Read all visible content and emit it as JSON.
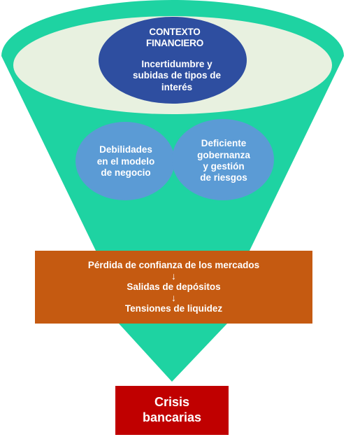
{
  "colors": {
    "funnel": "#1ed3a2",
    "top_ellipse": "#e8f1e0",
    "context_circle": "#2e4ea0",
    "weakness_circles": "#5b9bd5",
    "flow_box": "#c55a11",
    "crisis_box": "#c00000",
    "text": "#ffffff",
    "background": "#ffffff"
  },
  "context": {
    "heading_line1": "CONTEXTO",
    "heading_line2": "FINANCIERO",
    "body_line1": "Incertidumbre y",
    "body_line2": "subidas de tipos de",
    "body_line3": "interés"
  },
  "weaknesses": [
    {
      "line1": "Debilidades",
      "line2": "en el modelo",
      "line3": "de negocio"
    },
    {
      "line1": "Deficiente",
      "line2": "gobernanza",
      "line3": "y gestión",
      "line4": "de riesgos"
    }
  ],
  "flow": {
    "steps": [
      "Pérdida de confianza de los mercados",
      "Salidas de depósitos",
      "Tensiones de liquidez"
    ],
    "arrow_icon": "arrow-down-icon",
    "arrow_glyph": "↓"
  },
  "outcome": {
    "line1": "Crisis",
    "line2": "bancarias"
  }
}
